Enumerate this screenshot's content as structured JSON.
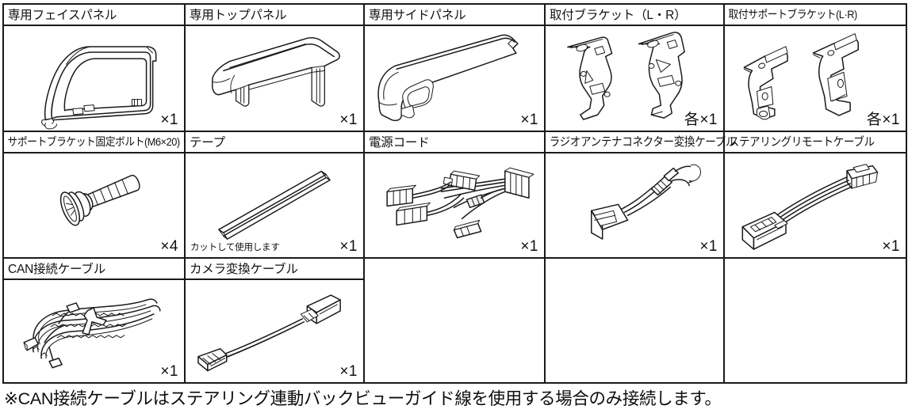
{
  "document": {
    "type": "parts-list-table",
    "columns": 5,
    "rows": 3
  },
  "table": {
    "rows": [
      [
        {
          "title": "専用フェイスパネル",
          "qty": "×1",
          "note": "",
          "figure": "face-panel",
          "empty": false
        },
        {
          "title": "専用トップパネル",
          "qty": "×1",
          "note": "",
          "figure": "top-panel",
          "empty": false
        },
        {
          "title": "専用サイドパネル",
          "qty": "×1",
          "note": "",
          "figure": "side-panel",
          "empty": false
        },
        {
          "title": "取付ブラケット（L・R）",
          "qty": "各×1",
          "note": "",
          "figure": "mounting-bracket",
          "empty": false
        },
        {
          "title": "取付サポートブラケット(L·R)",
          "qty": "各×1",
          "note": "",
          "figure": "support-bracket",
          "empty": false
        }
      ],
      [
        {
          "title": "サポートブラケット固定ボルト(M6×20)",
          "qty": "×4",
          "note": "",
          "figure": "bolt",
          "empty": false
        },
        {
          "title": "テープ",
          "qty": "×1",
          "note": "カットして使用します",
          "figure": "tape",
          "empty": false
        },
        {
          "title": "電源コード",
          "qty": "×1",
          "note": "",
          "figure": "power-cord",
          "empty": false
        },
        {
          "title": "ラジオアンテナコネクター変換ケーブル",
          "qty": "×1",
          "note": "",
          "figure": "radio-antenna-cable",
          "empty": false
        },
        {
          "title": "ステアリングリモートケーブル",
          "qty": "×1",
          "note": "",
          "figure": "steering-remote-cable",
          "empty": false
        }
      ],
      [
        {
          "title": "CAN接続ケーブル",
          "qty": "×1",
          "note": "",
          "figure": "can-cable",
          "empty": false
        },
        {
          "title": "カメラ変換ケーブル",
          "qty": "×1",
          "note": "",
          "figure": "camera-conversion-cable",
          "empty": false
        },
        {
          "title": "",
          "qty": "",
          "note": "",
          "figure": "",
          "empty": true
        },
        {
          "title": "",
          "qty": "",
          "note": "",
          "figure": "",
          "empty": true
        },
        {
          "title": "",
          "qty": "",
          "note": "",
          "figure": "",
          "empty": true
        }
      ]
    ]
  },
  "footer": {
    "note": "※CAN接続ケーブルはステアリング連動バックビューガイド線を使用する場合のみ接続します。"
  },
  "colors": {
    "line": "#1b1b1b",
    "border": "#1a1a1a",
    "text": "#111111",
    "background": "#ffffff",
    "shade": "#efefef"
  }
}
